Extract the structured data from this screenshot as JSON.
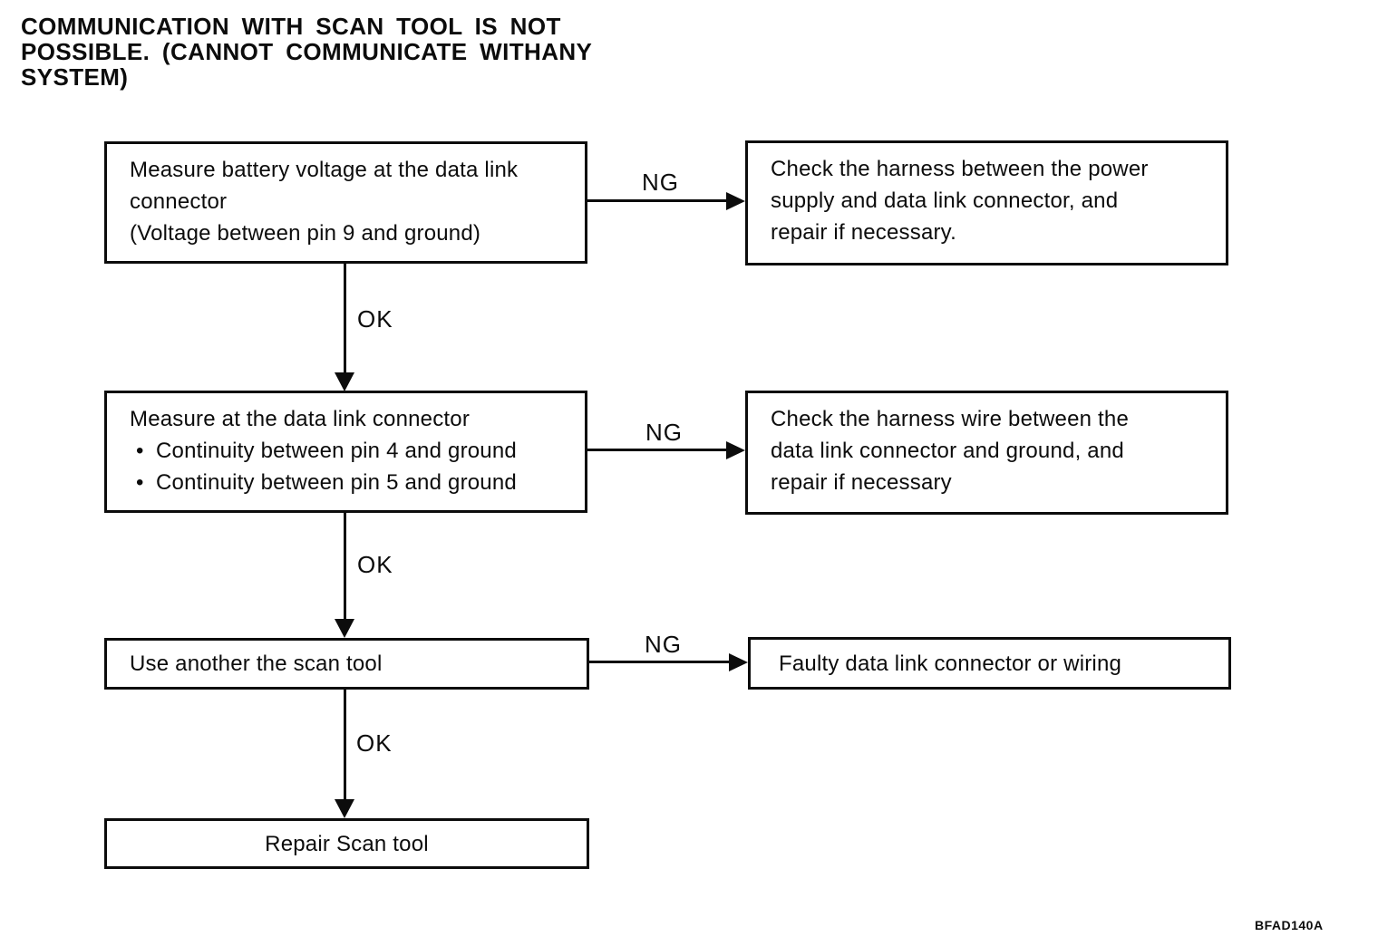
{
  "page": {
    "title_lines": [
      "COMMUNICATION WITH SCAN TOOL IS NOT",
      "POSSIBLE. (CANNOT COMMUNICATE WITHANY",
      "SYSTEM)"
    ],
    "figure_ref": "BFAD140A"
  },
  "flowchart": {
    "steps": [
      {
        "name": "measure-battery-voltage",
        "lines": [
          "Measure battery voltage at the data link",
          "connector",
          "(Voltage between pin 9 and ground)"
        ]
      },
      {
        "name": "measure-continuity",
        "heading": "Measure at the data link connector",
        "bullet_char": "•",
        "bullets": [
          "Continuity between pin 4 and ground",
          "Continuity between pin 5 and ground"
        ]
      },
      {
        "name": "use-another-scan-tool",
        "text": "Use another the scan tool"
      },
      {
        "name": "repair-scan-tool",
        "text": "Repair Scan tool"
      }
    ],
    "results": [
      {
        "name": "check-power-supply-harness",
        "lines": [
          "Check the harness between the power",
          "supply and data link connector, and",
          "repair if necessary."
        ]
      },
      {
        "name": "check-ground-harness",
        "lines": [
          "Check the harness wire between the",
          "data link connector and ground, and",
          "repair if necessary"
        ]
      },
      {
        "name": "faulty-data-link-connector",
        "text": "Faulty data link connector or wiring"
      }
    ],
    "connectors": [
      {
        "from": "step-1",
        "to": "result-1",
        "label": "NG"
      },
      {
        "from": "step-1",
        "to": "step-2",
        "label": "OK"
      },
      {
        "from": "step-2",
        "to": "result-2",
        "label": "NG"
      },
      {
        "from": "step-2",
        "to": "step-3",
        "label": "OK"
      },
      {
        "from": "step-3",
        "to": "result-3",
        "label": "NG"
      },
      {
        "from": "step-3",
        "to": "step-4",
        "label": "OK"
      }
    ]
  }
}
